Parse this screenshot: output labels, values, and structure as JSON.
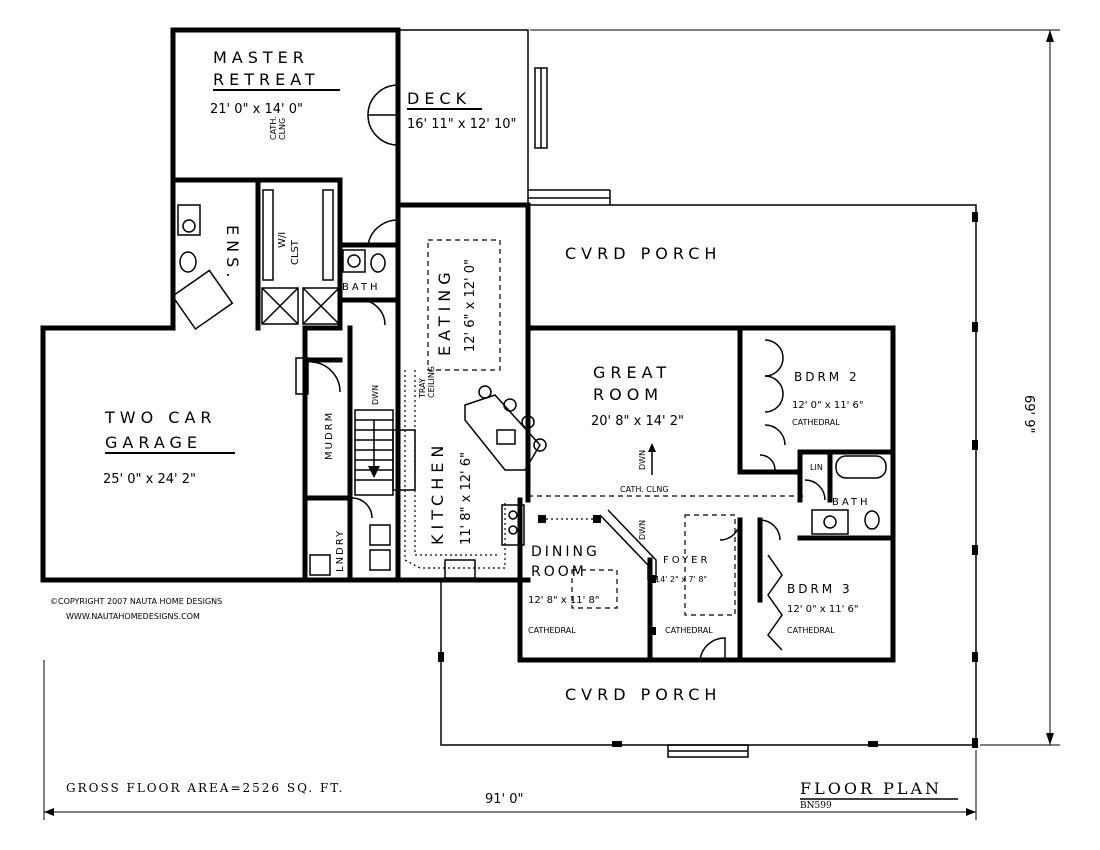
{
  "rooms": {
    "master": {
      "line1": "MASTER",
      "line2": "RETREAT",
      "dims": "21' 0\" x 14' 0\""
    },
    "deck": {
      "name": "DECK",
      "dims": "16' 11\" x 12' 10\""
    },
    "ens": "ENS.",
    "wicl": {
      "line1": "W/I",
      "line2": "CLST"
    },
    "bath_top": "BATH",
    "cvrd_porch_top": "CVRD PORCH",
    "eating": {
      "name": "EATING",
      "dims": "12' 6\" x 12' 0\""
    },
    "kitchen": {
      "name": "KITCHEN",
      "dims": "11' 8\" x 12' 6\""
    },
    "tray": {
      "line1": "TRAY",
      "line2": "CEILING"
    },
    "great_room": {
      "line1": "GREAT",
      "line2": "ROOM",
      "dims": "20' 8\" x 14' 2\""
    },
    "bdrm2": {
      "name": "BDRM 2",
      "dims": "12' 0\" x 11' 6\"",
      "note": "CATHEDRAL"
    },
    "lin": "LIN",
    "bath_right": "BATH",
    "bdrm3": {
      "name": "BDRM 3",
      "dims": "12' 0\" x 11' 6\"",
      "note": "CATHEDRAL"
    },
    "dining": {
      "line1": "DINING",
      "line2": "ROOM",
      "dims": "12' 8\" x 11' 8\"",
      "note": "CATHEDRAL"
    },
    "foyer": {
      "name": "FOYER",
      "dims": "14' 2\" x 7' 8\"",
      "note": "CATHEDRAL"
    },
    "cath_clng": "CATH. CLNG",
    "cath_clng_master": {
      "line1": "CATH.",
      "line2": "CLNG"
    },
    "garage": {
      "line1": "TWO CAR",
      "line2": "GARAGE",
      "dims": "25' 0\" x 24' 2\""
    },
    "mudrm": "MUDRM",
    "lndry": "LNDRY",
    "dwn": "DWN",
    "cvrd_porch_bottom": "CVRD PORCH"
  },
  "dimensions": {
    "width": "91' 0\"",
    "depth": "69' 9\""
  },
  "footer": {
    "copyright": "©COPYRIGHT 2007 NAUTA HOME DESIGNS",
    "website": "WWW.NAUTAHOMEDESIGNS.COM",
    "gross_area": "GROSS FLOOR AREA=2526 SQ. FT.",
    "title": "FLOOR PLAN",
    "code": "BN599"
  }
}
